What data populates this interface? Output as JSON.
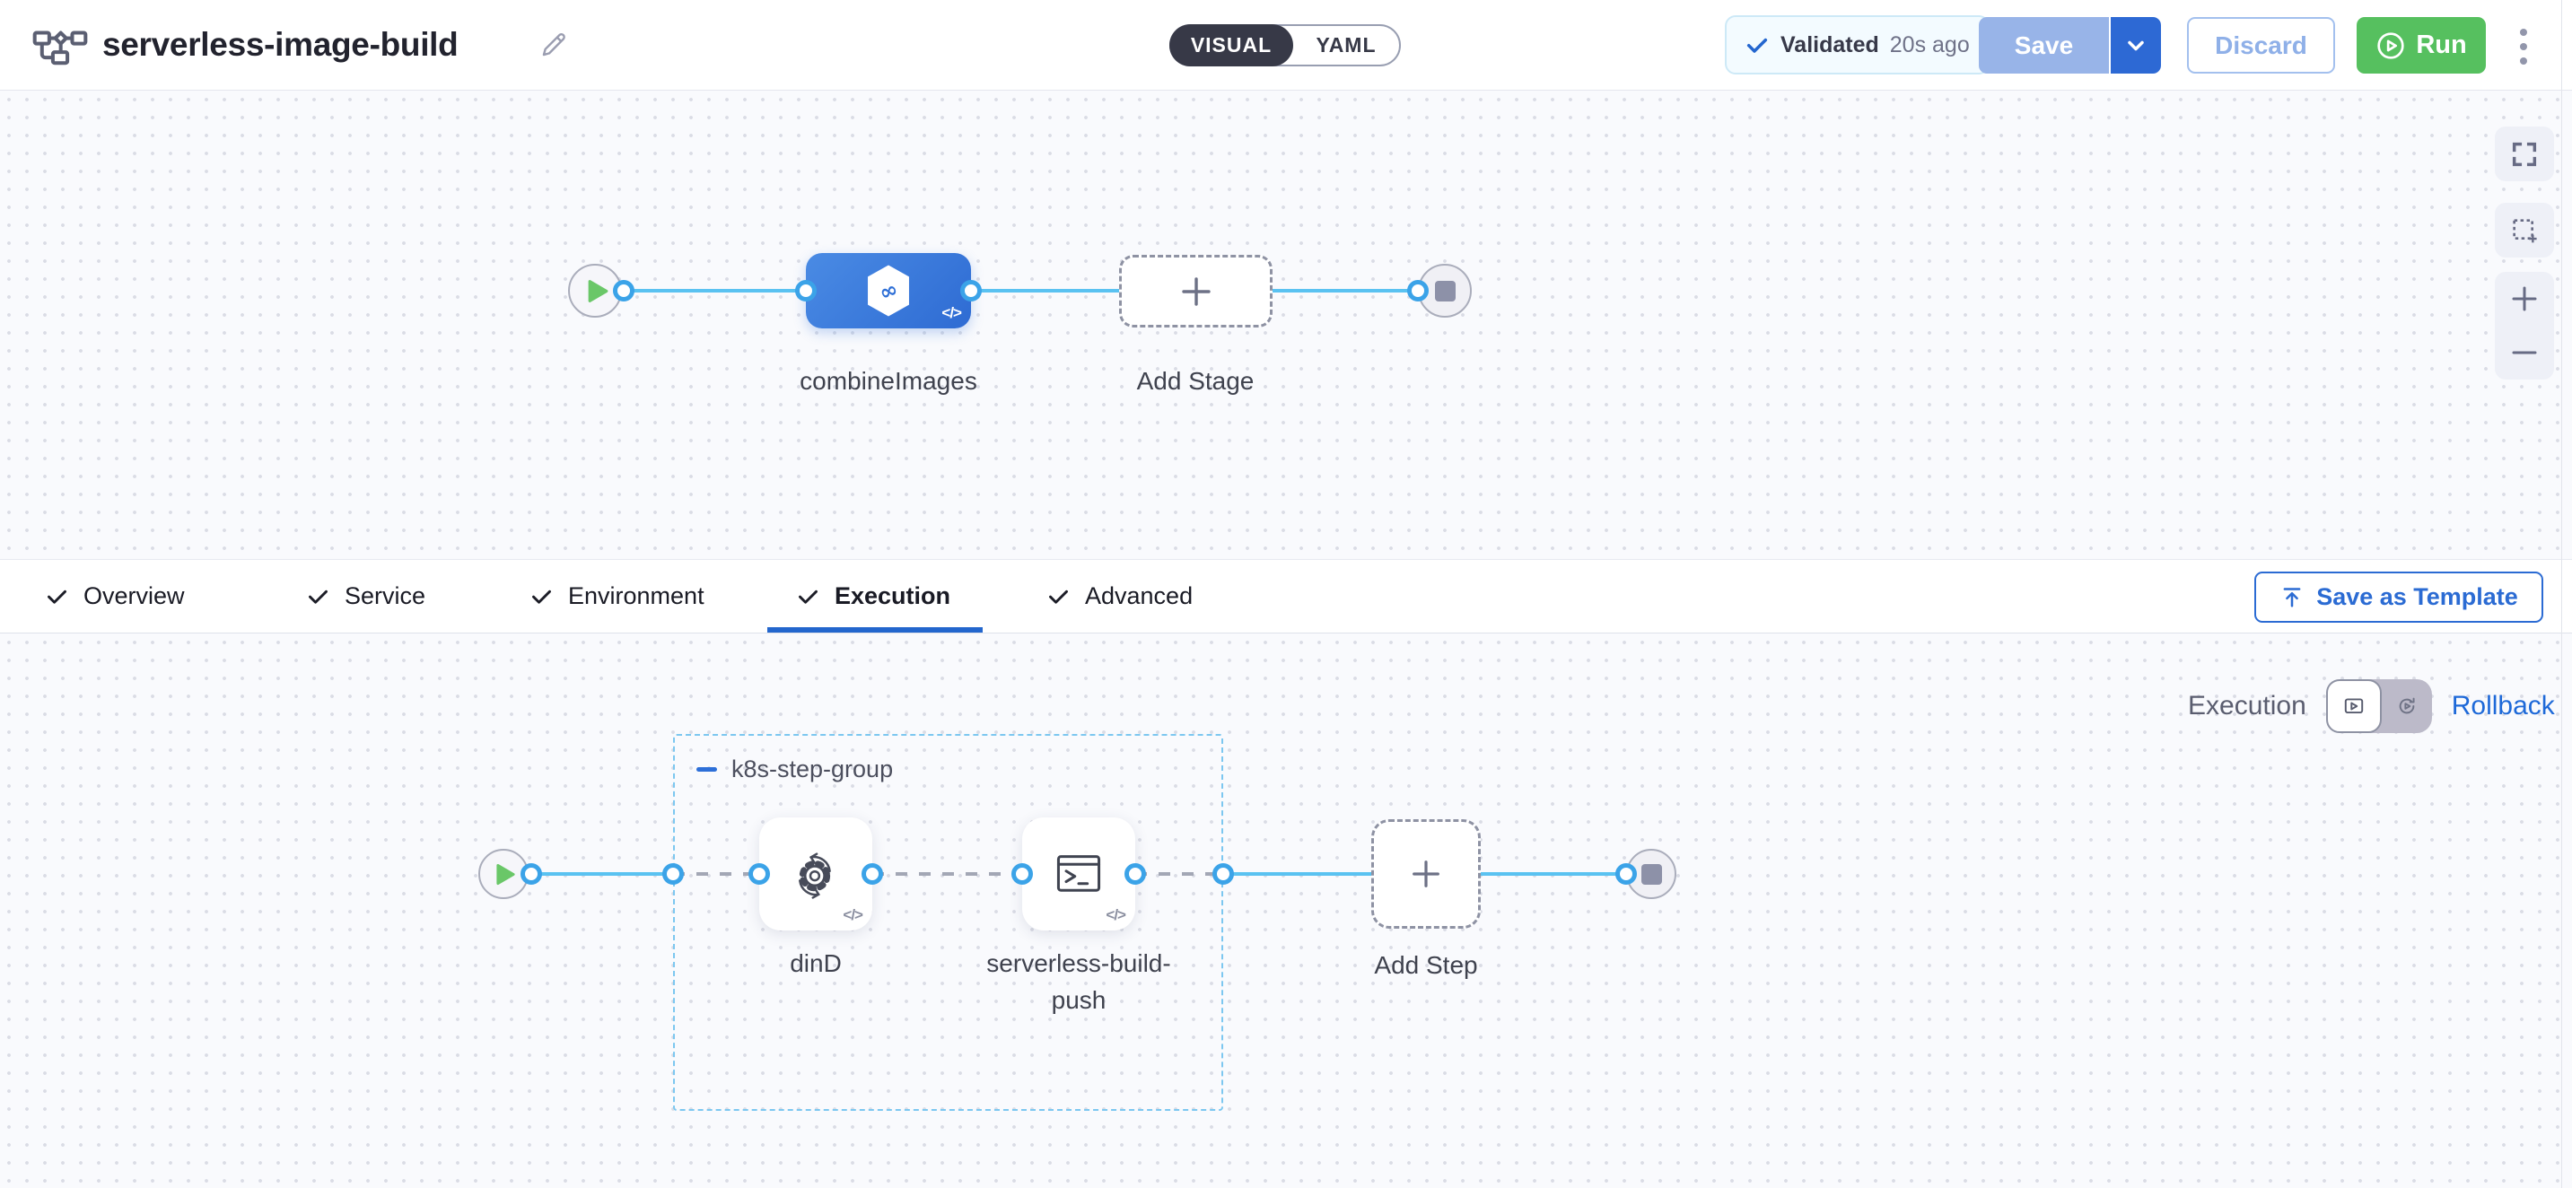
{
  "header": {
    "title": "serverless-image-build",
    "mode_toggle": {
      "visual_label": "VISUAL",
      "yaml_label": "YAML",
      "selected": "VISUAL"
    },
    "validation_badge": {
      "label": "Validated",
      "time": "20s ago"
    },
    "save_button": "Save",
    "discard_button": "Discard",
    "run_button": "Run"
  },
  "stage_canvas": {
    "stage_name": "combineImages",
    "add_stage_label": "Add Stage"
  },
  "tabs": {
    "items": [
      {
        "label": "Overview",
        "checked": true,
        "active": false
      },
      {
        "label": "Service",
        "checked": true,
        "active": false
      },
      {
        "label": "Environment",
        "checked": true,
        "active": false
      },
      {
        "label": "Execution",
        "checked": true,
        "active": true
      },
      {
        "label": "Advanced",
        "checked": true,
        "active": false
      }
    ],
    "save_as_template_label": "Save as Template"
  },
  "execution_canvas": {
    "mode_label": "Execution",
    "rollback_label": "Rollback",
    "step_group": {
      "name": "k8s-step-group",
      "steps": [
        {
          "name": "dinD",
          "icon": "gear-sync-icon"
        },
        {
          "name": "serverless-build-push",
          "icon": "terminal-icon"
        }
      ]
    },
    "add_step_label": "Add Step"
  },
  "icons": {
    "code_glyph": "</>",
    "infinity_glyph": "∞"
  },
  "colors": {
    "primary_blue": "#2b6bd3",
    "stage_blue": "#2f6fd8",
    "connector_blue": "#5ac2f1",
    "port_blue": "#3ba3e8",
    "run_green": "#56c05f",
    "save_disabled_blue": "#98b4e8",
    "toggle_dark": "#373947",
    "canvas_bg": "#f9fafd",
    "group_border_blue": "#7cc7f0"
  }
}
